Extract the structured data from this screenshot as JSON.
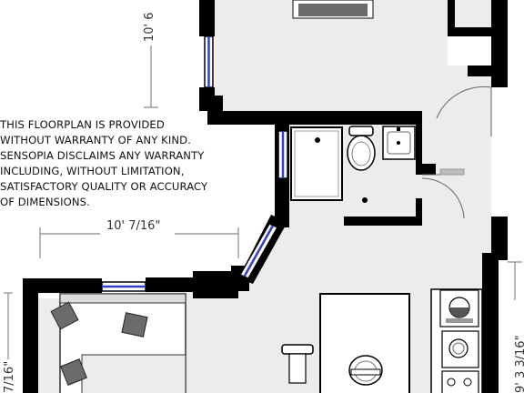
{
  "disclaimer": {
    "lines": [
      "THIS FLOORPLAN IS PROVIDED",
      "WITHOUT WARRANTY OF ANY KIND.",
      "SENSOPIA DISCLAIMS ANY WARRANTY",
      "INCLUDING, WITHOUT LIMITATION,",
      "SATISFACTORY QUALITY OR ACCURACY",
      "OF DIMENSIONS."
    ]
  },
  "dimensions": {
    "top_vertical": "10' 6",
    "middle_horizontal": "10' 7/16\"",
    "left_vertical": "7/16\"",
    "right_vertical": "9' 3 3/16\""
  },
  "colors": {
    "wall": "#000000",
    "floor": "#ececec",
    "window": "#2f3fd0",
    "dimension_line": "#888888"
  }
}
